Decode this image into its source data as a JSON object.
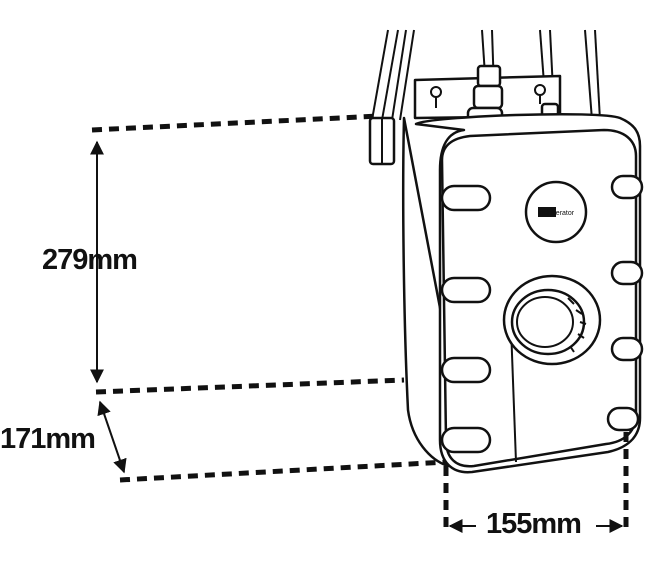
{
  "dimensions": {
    "height": "279mm",
    "depth": "171mm",
    "width": "155mm"
  },
  "logo": {
    "text": "insinkerator"
  }
}
